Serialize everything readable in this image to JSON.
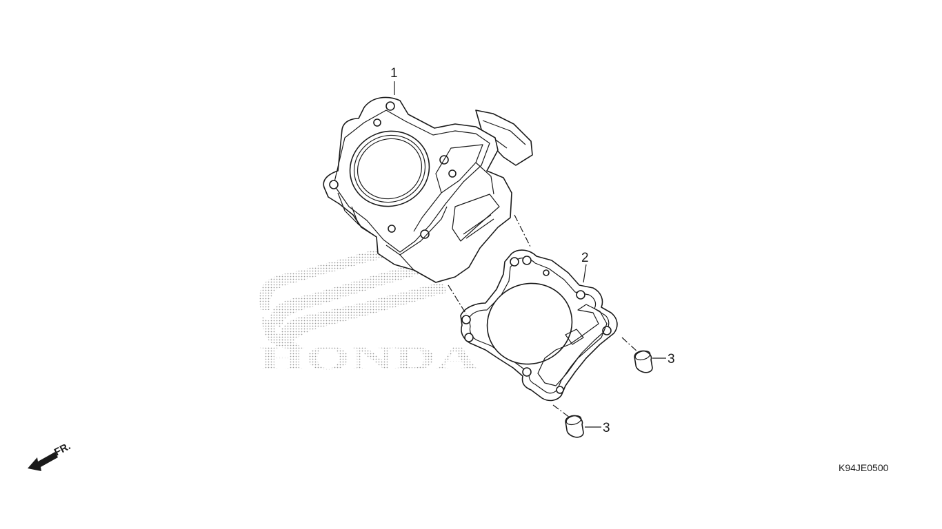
{
  "diagram": {
    "callouts": [
      {
        "id": "cylinder",
        "label": "1"
      },
      {
        "id": "cylinder-gasket",
        "label": "2"
      },
      {
        "id": "dowel-pin-right",
        "label": "3"
      },
      {
        "id": "dowel-pin-lower",
        "label": "3"
      }
    ],
    "watermark": {
      "text": "HONDA"
    },
    "direction_indicator": {
      "label": "FR."
    },
    "figure_code": "K94JE0500"
  }
}
